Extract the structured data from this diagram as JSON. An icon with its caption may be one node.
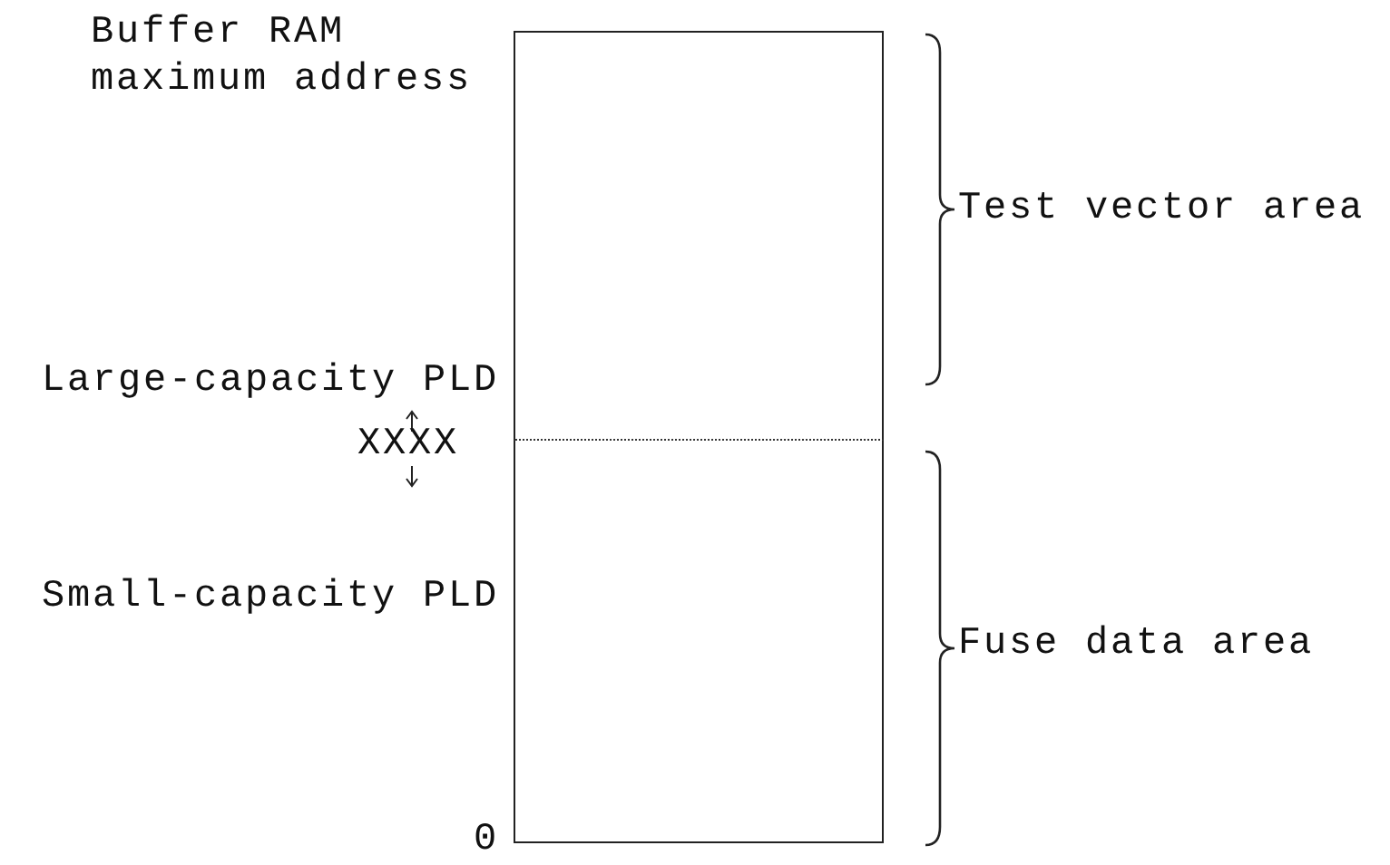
{
  "diagram": {
    "nodes": [
      {
        "text": [],
        "shape": "box"
      },
      {
        "text": [],
        "shape": "box"
      }
    ],
    "edges": [],
    "labels": [
      "Buffer RAM maximum address",
      "Large-capacity PLD",
      "XXXX",
      "Small-capacity PLD",
      "0",
      "Test vector area",
      "Fuse data area"
    ]
  }
}
